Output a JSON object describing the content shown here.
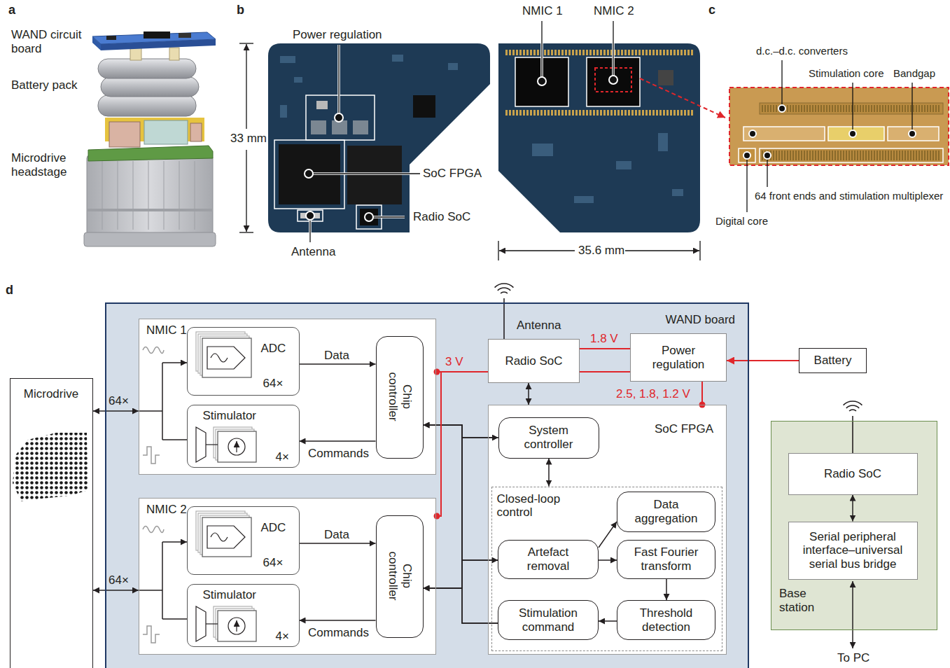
{
  "diagram": {
    "nodes": [
      {
        "text": [
          "WAND board"
        ]
      },
      {
        "text": [
          "NMIC 1"
        ],
        "in": 0
      },
      {
        "text": [
          "ADC",
          "64×"
        ],
        "in": 1
      },
      {
        "text": [
          "Chip controller"
        ],
        "in": 1
      },
      {
        "text": [
          "Stimulator",
          "4×"
        ],
        "in": 1
      },
      {
        "text": [
          "NMIC 2"
        ],
        "in": 0
      },
      {
        "text": [
          "ADC",
          "64×"
        ],
        "in": 5
      },
      {
        "text": [
          "Chip controller"
        ],
        "in": 5
      },
      {
        "text": [
          "Stimulator",
          "4×"
        ],
        "in": 5
      },
      {
        "text": [
          "Radio SoC"
        ],
        "in": 0
      },
      {
        "text": [
          "Power regulation"
        ],
        "in": 0
      },
      {
        "text": [
          "SoC FPGA"
        ],
        "in": 0
      },
      {
        "text": [
          "System controller"
        ],
        "in": 11
      },
      {
        "text": [
          "Closed-loop control"
        ],
        "in": 11
      },
      {
        "text": [
          "Data aggregation"
        ],
        "in": 13
      },
      {
        "text": [
          "Artefact removal"
        ],
        "in": 13
      },
      {
        "text": [
          "Fast Fourier transform"
        ],
        "in": 13
      },
      {
        "text": [
          "Stimulation command"
        ],
        "in": 13
      },
      {
        "text": [
          "Threshold detection"
        ],
        "in": 13
      },
      {
        "text": [
          "Microdrive"
        ]
      },
      {
        "text": [
          "Battery"
        ]
      },
      {
        "text": [
          "Base station"
        ]
      },
      {
        "text": [
          "Radio SoC"
        ],
        "in": 21
      },
      {
        "text": [
          "Serial peripheral interface–universal serial bus bridge"
        ],
        "in": 21
      }
    ],
    "edges": [
      {
        "from": 19,
        "to": 1,
        "arrow": "both",
        "label": "64×"
      },
      {
        "from": 19,
        "to": 5,
        "arrow": "both",
        "label": "64×"
      },
      {
        "from": 2,
        "to": 3,
        "arrow": "to",
        "label": "Data"
      },
      {
        "from": 3,
        "to": 4,
        "arrow": "to",
        "label": "Commands"
      },
      {
        "from": 6,
        "to": 7,
        "arrow": "to",
        "label": "Data"
      },
      {
        "from": 7,
        "to": 8,
        "arrow": "to",
        "label": "Commands"
      },
      {
        "from": 3,
        "to": 12,
        "arrow": "both"
      },
      {
        "from": 7,
        "to": 12,
        "arrow": "both"
      },
      {
        "from": 3,
        "to": 15,
        "arrow": "to"
      },
      {
        "from": 7,
        "to": 15,
        "arrow": "to"
      },
      {
        "from": 17,
        "to": 3,
        "arrow": "to"
      },
      {
        "from": 17,
        "to": 7,
        "arrow": "to"
      },
      {
        "from": 9,
        "to": 11,
        "arrow": "both"
      },
      {
        "from": 12,
        "to": 13,
        "arrow": "both"
      },
      {
        "from": 15,
        "to": 14,
        "arrow": "to"
      },
      {
        "from": 15,
        "to": 16,
        "arrow": "to"
      },
      {
        "from": 16,
        "to": 18,
        "arrow": "to"
      },
      {
        "from": 18,
        "to": 17,
        "arrow": "to"
      },
      {
        "from": 20,
        "to": 10,
        "arrow": "to"
      },
      {
        "from": 10,
        "to": 9,
        "arrow": "none",
        "label": "1.8 V"
      },
      {
        "from": 10,
        "to": 1,
        "arrow": "none",
        "label": "3 V"
      },
      {
        "from": 10,
        "to": 5,
        "arrow": "none"
      },
      {
        "from": 10,
        "to": 11,
        "arrow": "none",
        "label": "2.5, 1.8, 1.2 V"
      },
      {
        "from": 22,
        "to": 23,
        "arrow": "both"
      }
    ],
    "labels": [
      "a",
      "WAND circuit board",
      "Battery pack",
      "Microdrive headstage",
      "b",
      "Power regulation",
      "33 mm",
      "SoC FPGA",
      "Radio SoC",
      "Antenna",
      "NMIC 1",
      "NMIC 2",
      "35.6 mm",
      "c",
      "d.c.–d.c. converters",
      "Stimulation core",
      "Bandgap",
      "64 front ends and stimulation multiplexer",
      "Digital core",
      "d",
      "Antenna",
      "To PC"
    ]
  }
}
